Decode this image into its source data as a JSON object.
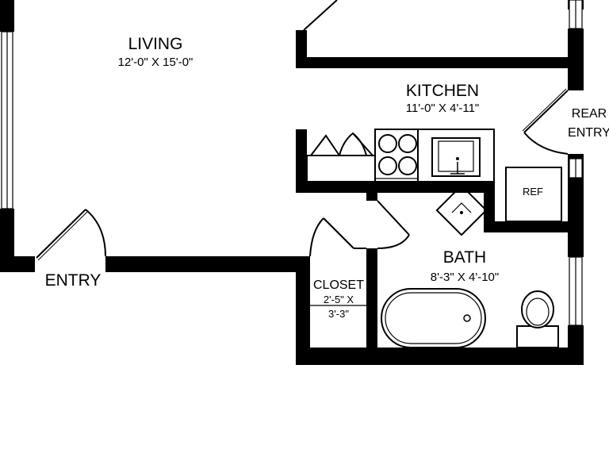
{
  "rooms": {
    "living": {
      "name": "LIVING",
      "dims": "12'-0\" X 15'-0\""
    },
    "kitchen": {
      "name": "KITCHEN",
      "dims": "11'-0\" X 4'-11\""
    },
    "bath": {
      "name": "BATH",
      "dims": "8'-3\" X 4'-10\""
    },
    "closet": {
      "name": "CLOSET",
      "dims_line1": "2'-5\" X",
      "dims_line2": "3'-3\""
    }
  },
  "labels": {
    "entry": "ENTRY",
    "rear_entry_line1": "REAR",
    "rear_entry_line2": "ENTRY",
    "ref": "REF"
  }
}
